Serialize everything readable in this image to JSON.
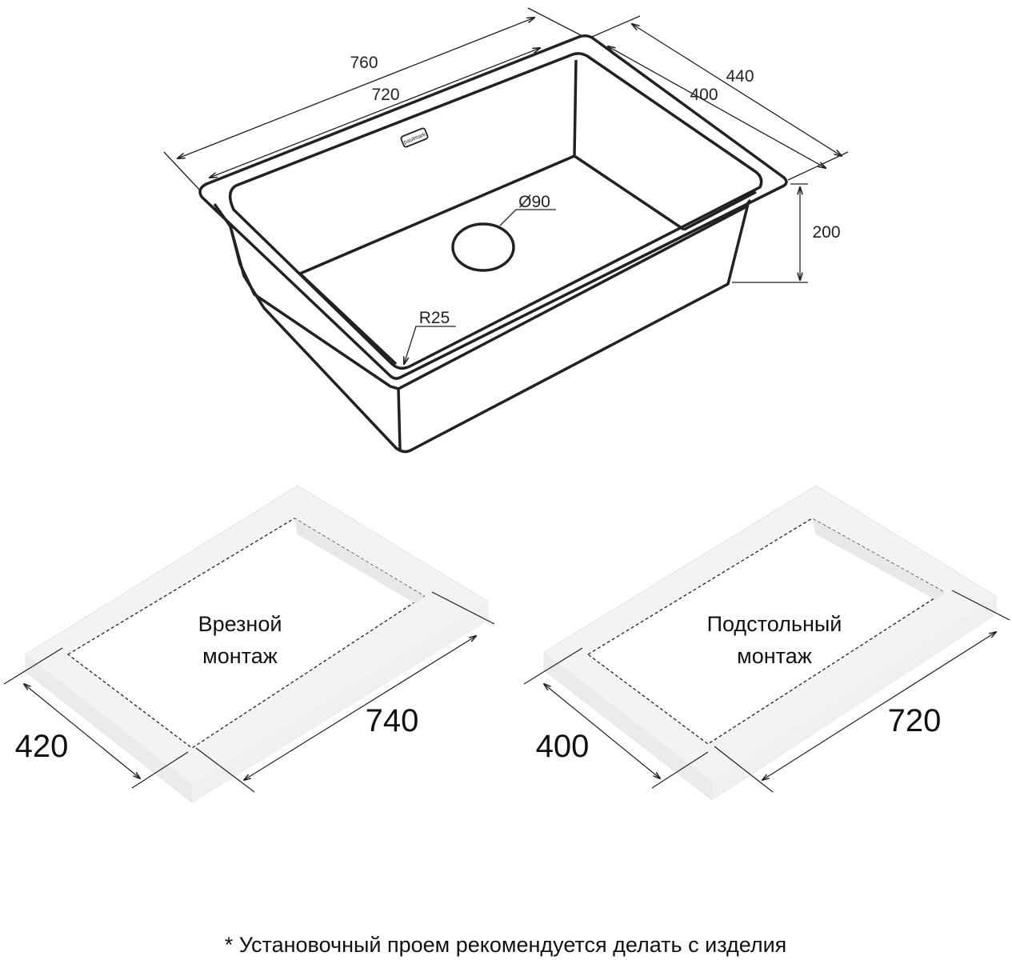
{
  "sink": {
    "brand_logo": "paulmark",
    "dims": {
      "overall_length": "760",
      "bowl_length": "720",
      "overall_width": "440",
      "bowl_width": "400",
      "depth": "200",
      "drain": "Ø90",
      "radius": "R25"
    }
  },
  "cutouts": [
    {
      "label_line1": "Врезной",
      "label_line2": "монтаж",
      "width": "420",
      "length": "740"
    },
    {
      "label_line1": "Подстольный",
      "label_line2": "монтаж",
      "width": "400",
      "length": "720"
    }
  ],
  "footnote": "* Установочный проем рекомендуется делать с изделия"
}
